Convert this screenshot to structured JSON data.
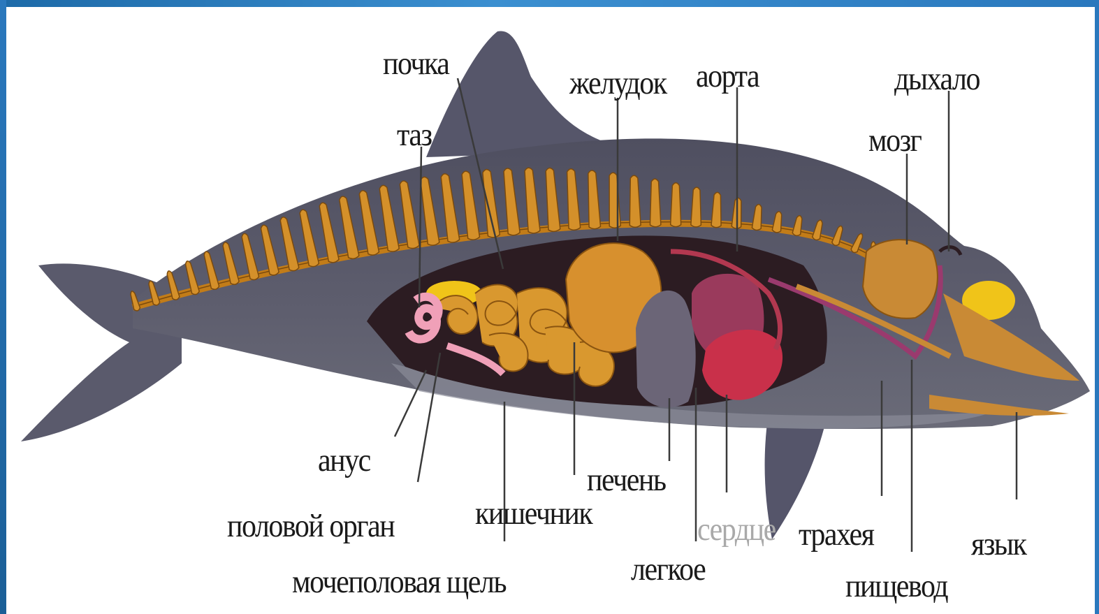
{
  "colors": {
    "frame": "#2a78bd",
    "body": "#5e5e6e",
    "belly": "#8a8c98",
    "bone": "#d08a1c",
    "organ_orange": "#d7902e",
    "lung": "#6b6577",
    "heart": "#c9304a",
    "liver": "#9a3a5c",
    "brain": "#c98a35",
    "yellow": "#f0c419",
    "esophagus": "#9a3a6e"
  },
  "labels": {
    "kidney": "почка",
    "pelvis": "таз",
    "stomach": "желудок",
    "aorta": "аорта",
    "blowhole": "дыхало",
    "brain": "мозг",
    "anus": "анус",
    "genital": "половой орган",
    "intestine": "кишечник",
    "liver": "печень",
    "urogenital": "мочеполовая щель",
    "heart": "сердце",
    "lung": "легкое",
    "trachea": "трахея",
    "esophagus": "пищевод",
    "tongue": "язык"
  }
}
